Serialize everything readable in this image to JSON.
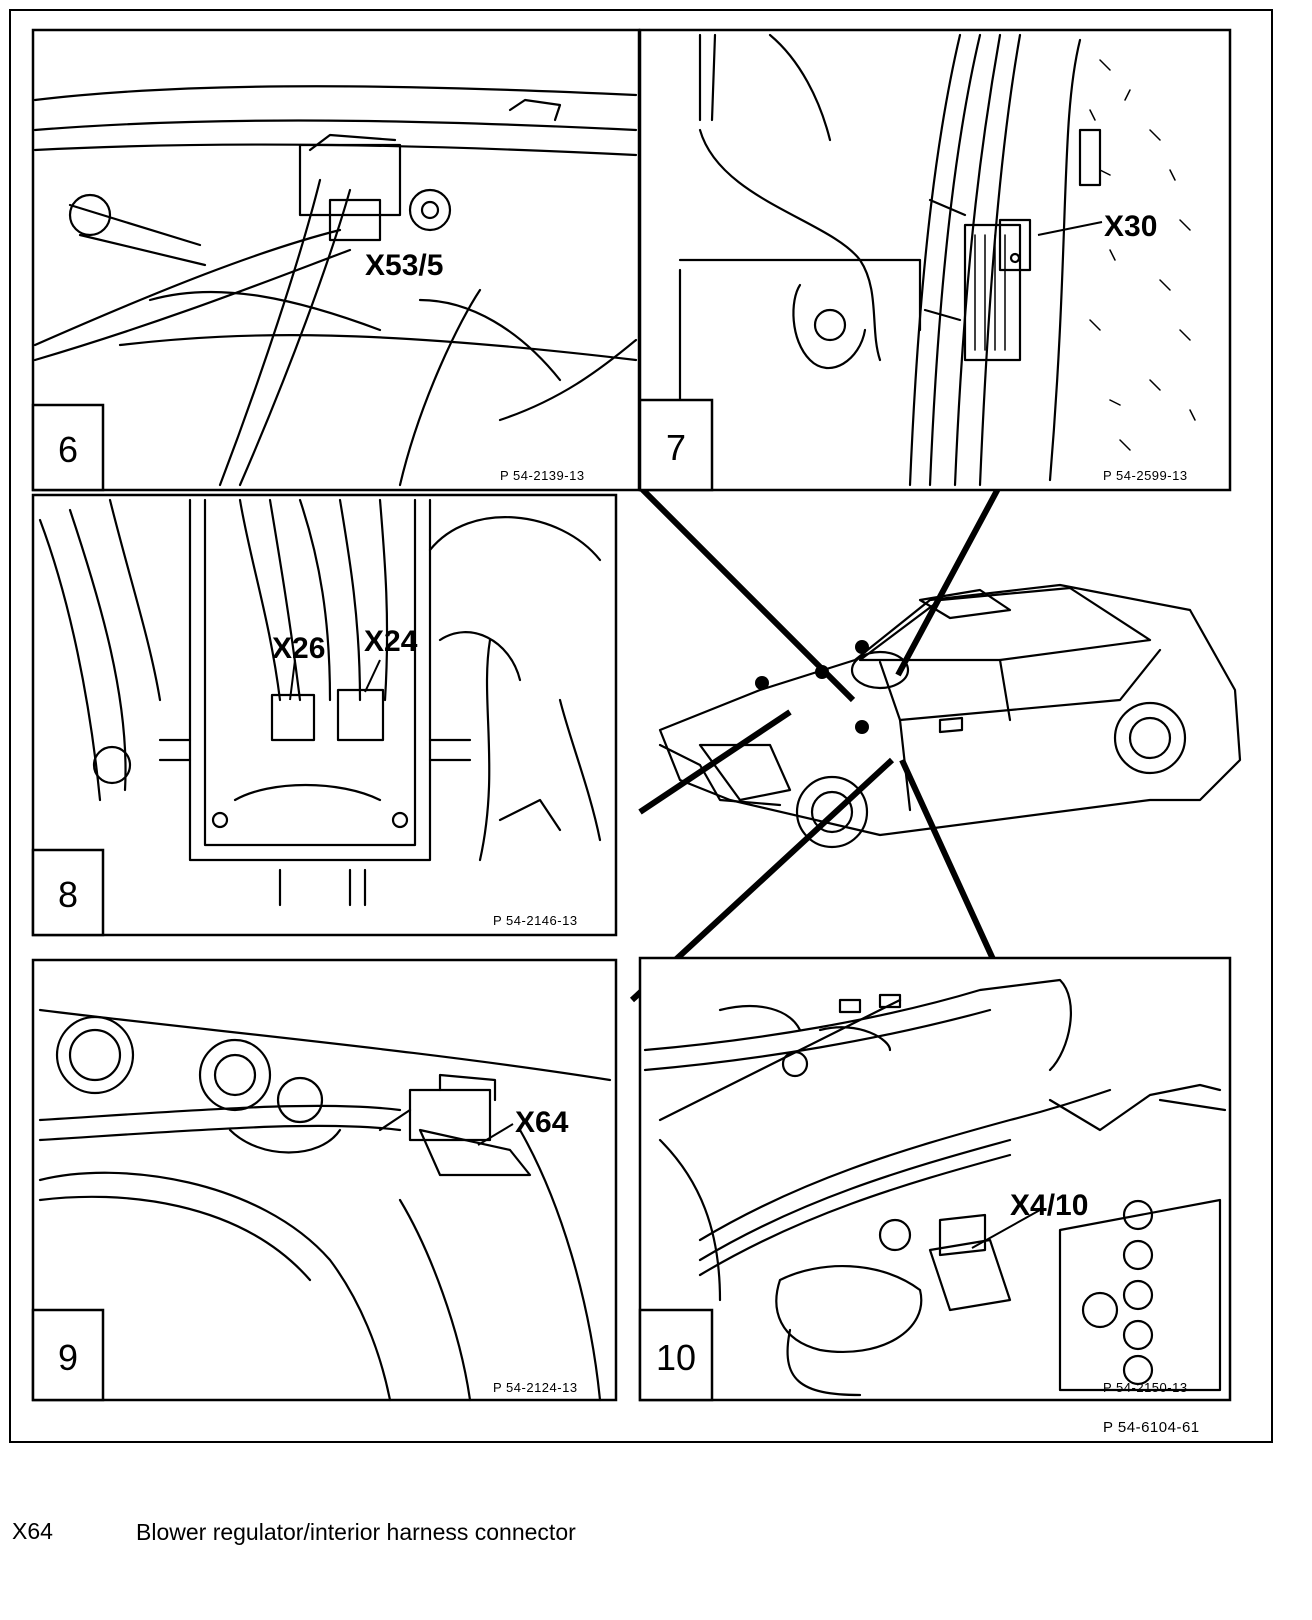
{
  "figure_ref": "P 54-6104-61",
  "panels": [
    {
      "number": "6",
      "ref": "P 54-2139-13",
      "labels": [
        "X53/5"
      ]
    },
    {
      "number": "7",
      "ref": "P 54-2599-13",
      "labels": [
        "X30"
      ]
    },
    {
      "number": "8",
      "ref": "P 54-2146-13",
      "labels": [
        "X26",
        "X24"
      ]
    },
    {
      "number": "9",
      "ref": "P 54-2124-13",
      "labels": [
        "X64"
      ]
    },
    {
      "number": "10",
      "ref": "P 54-2150-13",
      "labels": [
        "X4/10"
      ]
    }
  ],
  "legend": [
    {
      "code": "X64",
      "description": "Blower regulator/interior harness connector"
    }
  ]
}
